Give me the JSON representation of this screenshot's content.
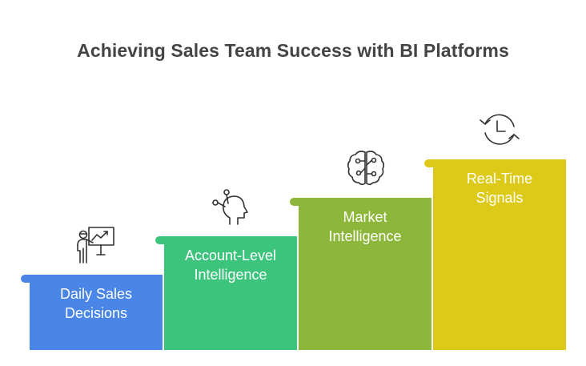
{
  "title": "Achieving Sales Team Success with BI Platforms",
  "steps": [
    {
      "label": "Daily Sales\nDecisions",
      "color": "#4A86E8",
      "icon": "presenter-chart-icon"
    },
    {
      "label": "Account-Level\nIntelligence",
      "color": "#3CC47C",
      "icon": "head-circuit-icon"
    },
    {
      "label": "Market\nIntelligence",
      "color": "#8DB73A",
      "icon": "brain-circuit-icon"
    },
    {
      "label": "Real-Time\nSignals",
      "color": "#DDC917",
      "icon": "clock-refresh-icon"
    }
  ]
}
